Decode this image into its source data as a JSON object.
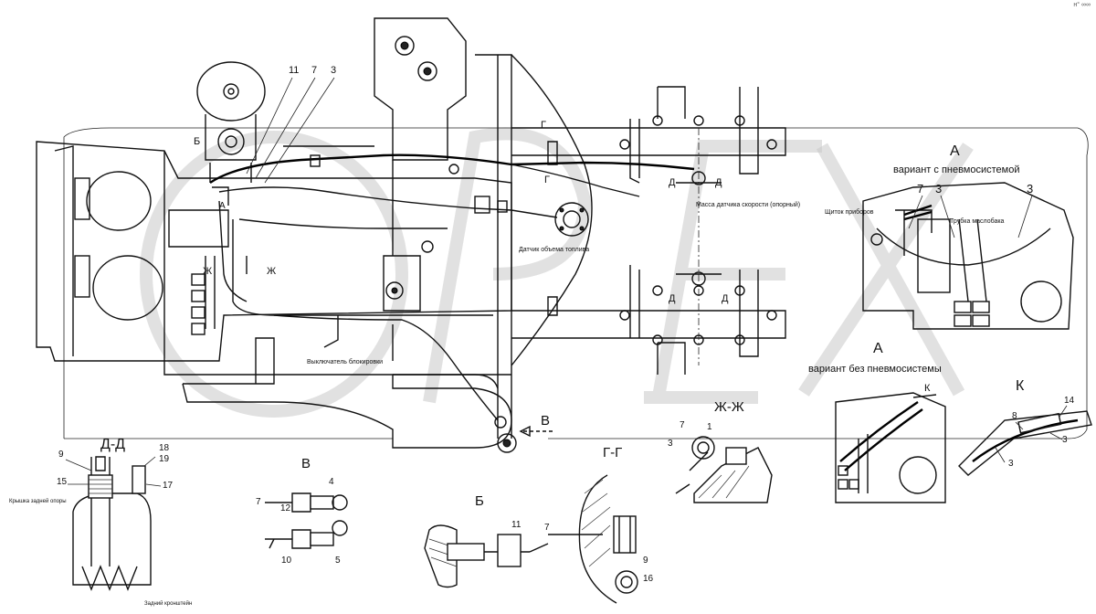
{
  "corner_mark": "н° ∞∞",
  "labels": {
    "A1": "А",
    "A1_caption": "вариант с пневмосистемой",
    "A2": "А",
    "A2_caption": "вариант без пневмосистемы",
    "K1": "К",
    "K2": "К",
    "DD": "Д-Д",
    "V": "В",
    "B": "Б",
    "GG": "Г-Г",
    "ZhZh": "Ж-Ж",
    "B_arrow": "В",
    "B_top": "Б",
    "A_small": "А",
    "Zh1": "Ж",
    "Zh2": "Ж",
    "G1": "Г",
    "G2": "Г",
    "D1": "Д",
    "D2": "Д",
    "D3": "Д",
    "D4": "Д"
  },
  "notes": {
    "sensor_speed": "Масса датчика скорости (опорный)",
    "sensor_fuel": "Датчик объема топлива",
    "switch_lock": "Выключатель блокировки",
    "shield": "Щиток приборов",
    "oil_tube": "Трубка маслобака",
    "bracket": "Кронштейн",
    "sensor_left": "Крышка задней опоры",
    "bottom_left": "Задний кронштейн"
  },
  "callouts": {
    "n11": "11",
    "n7": "7",
    "n3": "3",
    "a7": "7",
    "a3a": "3",
    "a3b": "3",
    "dd9": "9",
    "dd18": "18",
    "dd19": "19",
    "dd15": "15",
    "dd17": "17",
    "v12": "12",
    "v4": "4",
    "v7": "7",
    "v10": "10",
    "v5": "5",
    "b11": "11",
    "b7": "7",
    "gg9": "9",
    "gg16": "16",
    "zz7": "7",
    "zz1": "1",
    "zz3": "3",
    "k8": "8",
    "k14": "14",
    "k3a": "3",
    "k3b": "3"
  },
  "watermark": "OPEX"
}
